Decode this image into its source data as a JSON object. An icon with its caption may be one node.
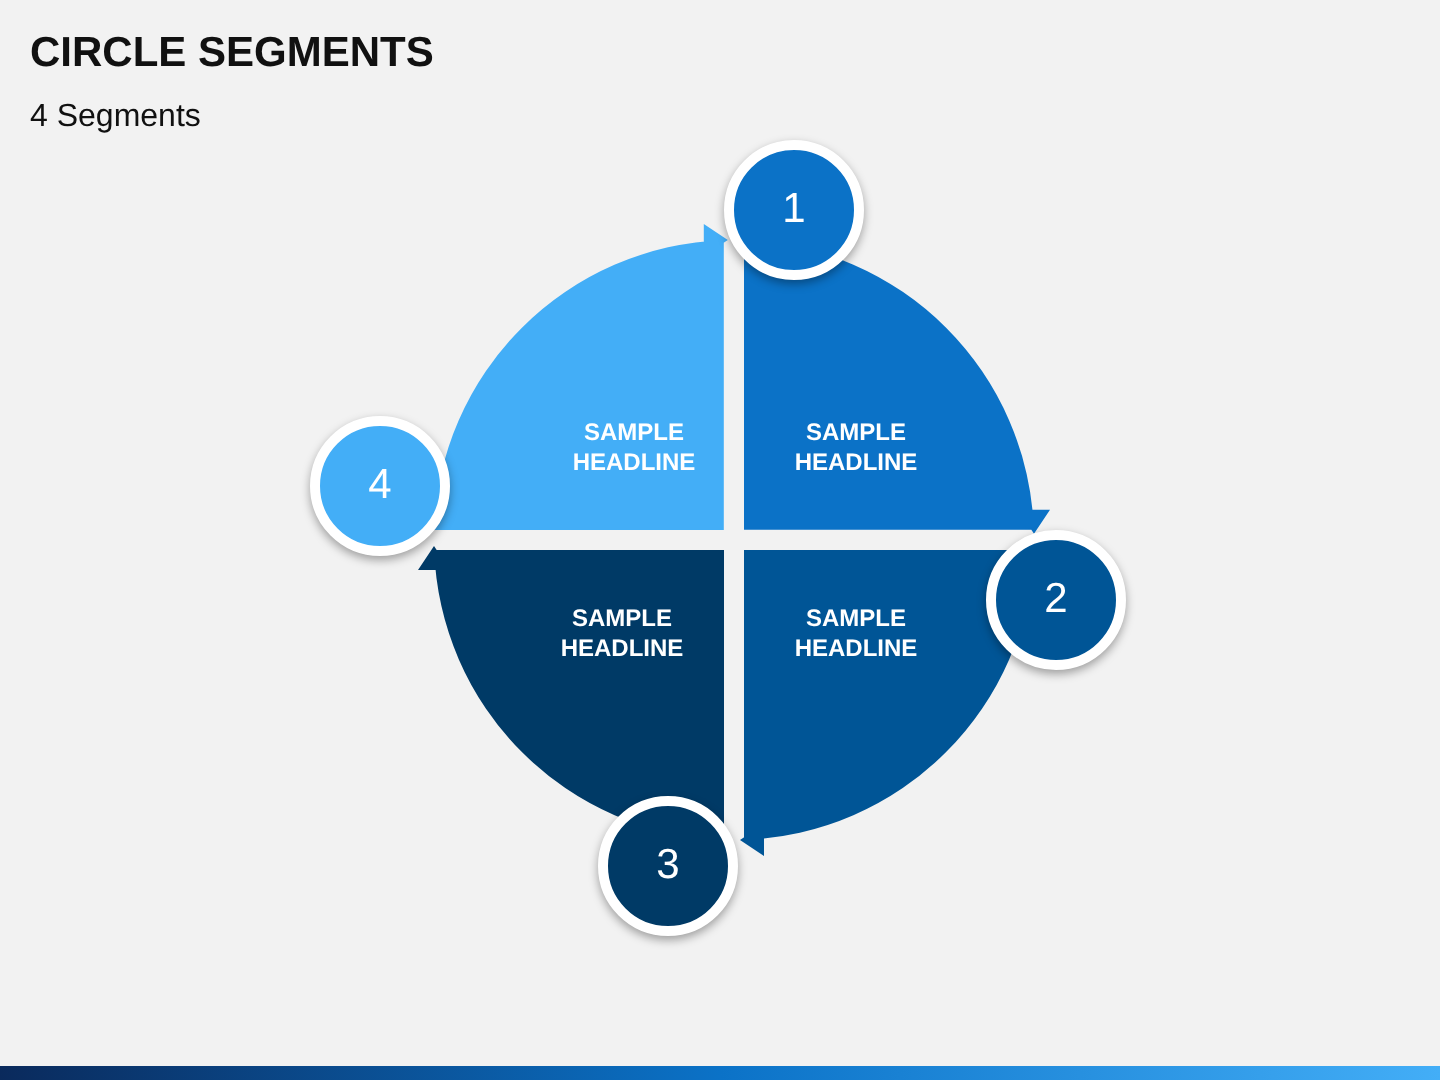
{
  "diagram": {
    "title": "CIRCLE SEGMENTS",
    "nodes": [
      {
        "text": [
          "SAMPLE HEADLINE"
        ]
      },
      {
        "text": [
          "SAMPLE HEADLINE"
        ]
      },
      {
        "text": [
          "SAMPLE HEADLINE"
        ]
      },
      {
        "text": [
          "SAMPLE HEADLINE"
        ]
      },
      {
        "text": [
          "1"
        ]
      },
      {
        "text": [
          "2"
        ]
      },
      {
        "text": [
          "3"
        ]
      },
      {
        "text": [
          "4"
        ]
      }
    ],
    "labels": [
      "4 Segments"
    ]
  }
}
